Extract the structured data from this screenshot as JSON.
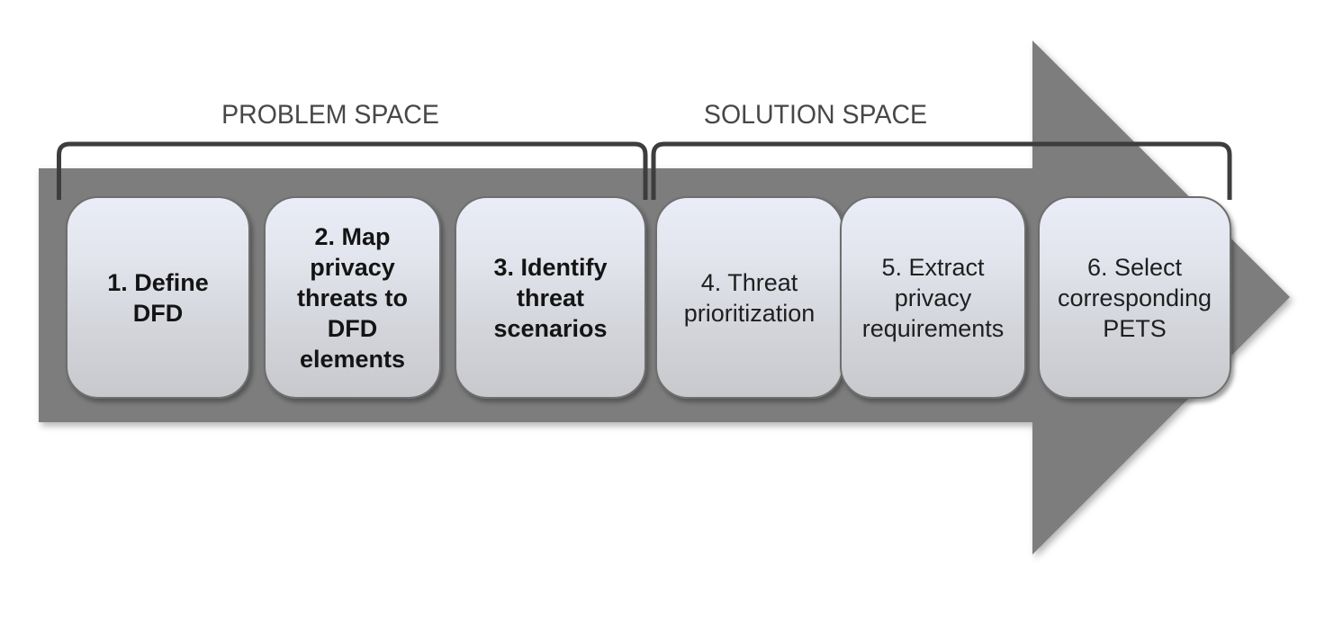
{
  "diagram": {
    "kind": "process-flow-arrow",
    "regions": {
      "problem": {
        "title": "PROBLEM SPACE",
        "steps_covered": [
          1,
          2,
          3
        ]
      },
      "solution": {
        "title": "SOLUTION SPACE",
        "steps_covered": [
          4,
          5,
          6
        ]
      }
    },
    "steps": [
      {
        "number": 1,
        "label": "1. Define DFD",
        "space": "problem",
        "emphasis": "bold"
      },
      {
        "number": 2,
        "label": "2. Map privacy threats to DFD elements",
        "space": "problem",
        "emphasis": "bold"
      },
      {
        "number": 3,
        "label": "3. Identify threat scenarios",
        "space": "problem",
        "emphasis": "bold"
      },
      {
        "number": 4,
        "label": "4. Threat prioritization",
        "space": "solution",
        "emphasis": "regular"
      },
      {
        "number": 5,
        "label": "5. Extract privacy requirements",
        "space": "solution",
        "emphasis": "regular"
      },
      {
        "number": 6,
        "label": "6. Select corresponding PETS",
        "space": "solution",
        "emphasis": "regular"
      }
    ],
    "colors": {
      "arrow_fill": "#7d7d7d",
      "bracket_stroke": "#3d3d3d",
      "box_gradient_top": "#eaedf7",
      "box_gradient_bottom": "#c7c9cd",
      "box_border": "#6e6e6e",
      "step_text": "#141414",
      "title_text": "#474747",
      "background": "#ffffff"
    }
  }
}
